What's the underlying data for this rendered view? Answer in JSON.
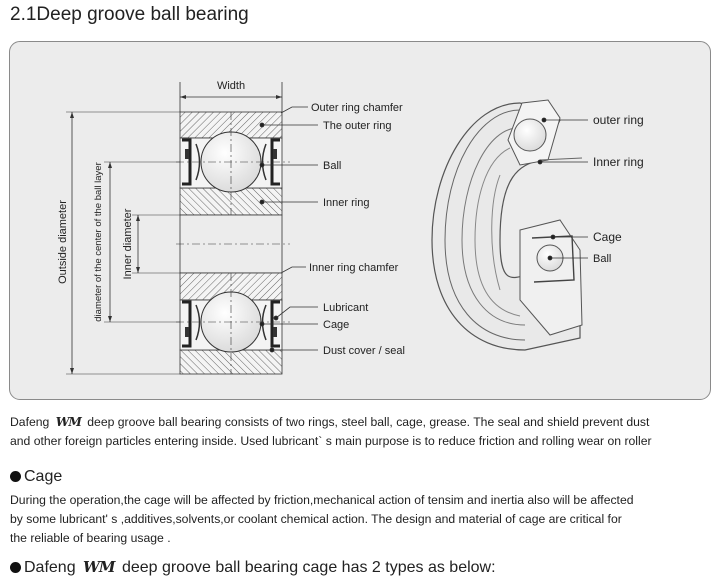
{
  "title": "2.1Deep groove ball bearing",
  "diagram": {
    "width_label": "Width",
    "outside_diameter_label": "Outside diameter",
    "center_diameter_label": "diameter of the center of the ball layer",
    "inner_diameter_label": "Inner diameter",
    "callouts": {
      "outer_ring_chamfer": "Outer ring chamfer",
      "the_outer_ring": "The outer ring",
      "ball": "Ball",
      "inner_ring": "Inner ring",
      "inner_ring_chamfer": "Inner ring chamfer",
      "lubricant": "Lubricant",
      "cage": "Cage",
      "dust_cover": "Dust cover / seal"
    },
    "iso_callouts": {
      "outer_ring": "outer ring",
      "inner_ring": "Inner ring",
      "cage": "Cage",
      "ball": "Ball"
    }
  },
  "intro": {
    "brand": "Dafeng",
    "logo_text": "WM",
    "line1_rest": "deep groove ball bearing consists of two rings, steel ball, cage, grease. The seal and shield prevent dust",
    "line2": "and other foreign particles entering inside. Used lubricant` s main purpose is to reduce friction and rolling wear on roller"
  },
  "cage_section": {
    "heading": "Cage",
    "line1": "During the operation,the cage will be affected by friction,mechanical action of tensim and inertia also will be affected",
    "line2": "by some  lubricant' s ,additives,solvents,or coolant chemical action. The design and material of cage are critical for",
    "line3": "the reliable of bearing usage ."
  },
  "types_heading": {
    "brand": "Dafeng",
    "logo_text": "WM",
    "rest": "deep groove ball bearing cage has 2 types as below:"
  }
}
